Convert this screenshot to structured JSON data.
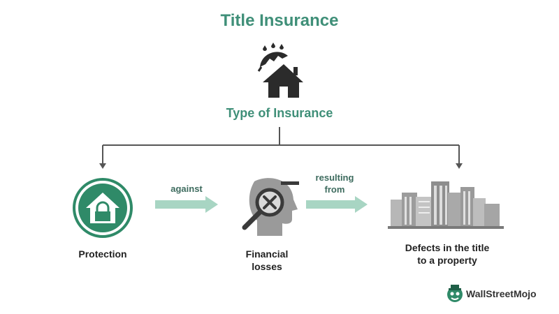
{
  "title": "Title Insurance",
  "subtitle": "Type of Insurance",
  "nodes": {
    "protection": "Protection",
    "financial_losses_line1": "Financial",
    "financial_losses_line2": "losses",
    "defects_line1": "Defects in the title",
    "defects_line2": "to a property"
  },
  "arrows": {
    "against": "against",
    "resulting_line1": "resulting",
    "resulting_line2": "from"
  },
  "brand": {
    "name": "WallStreetMojo",
    "icon": "wallstreetmojo-logo"
  },
  "colors": {
    "heading": "#3f8f78",
    "accent_green": "#2f8a68",
    "arrow_fill": "#a8d5c3",
    "icon_gray": "#555555"
  },
  "icons": {
    "top": "umbrella-house-icon",
    "protection": "house-lock-icon",
    "financial": "magnifier-head-cross-icon",
    "defects": "city-buildings-icon"
  }
}
